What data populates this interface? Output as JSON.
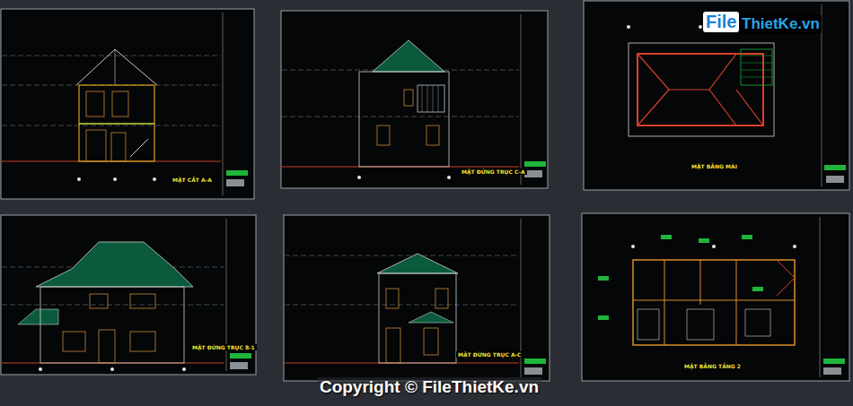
{
  "diagram": {
    "labels": [
      "File",
      "ThietKe.vn",
      "MẶT CẮT A-A",
      "MẶT ĐỨNG TRỤC C-A",
      "MẶT BẰNG MÁI",
      "MẶT ĐỨNG TRỤC 8-1",
      "MẶT ĐỨNG TRỤC A-C",
      "MẶT BẰNG TẦNG 2",
      "Copyright © FileThietKe.vn"
    ]
  }
}
